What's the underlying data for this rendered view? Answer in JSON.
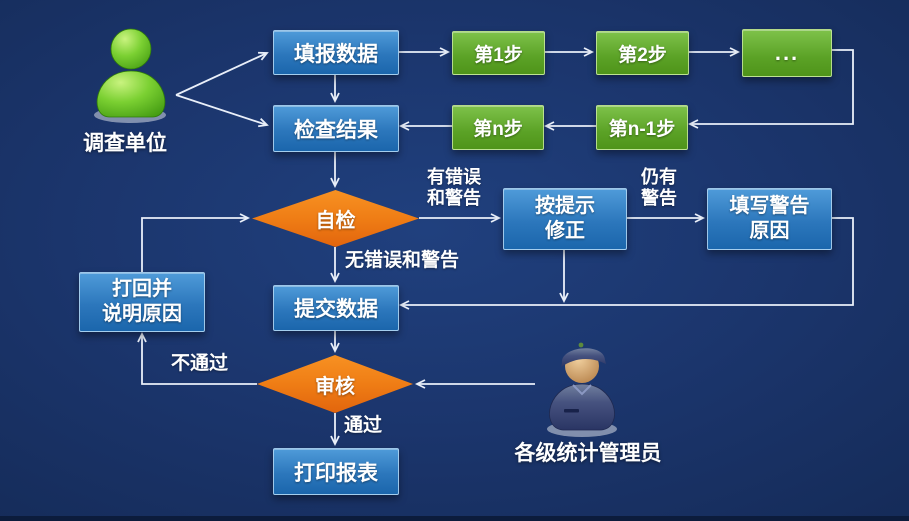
{
  "palette": {
    "background_center": "#20407e",
    "background_edge": "#142a56",
    "process_blue_top": "#4f9bd9",
    "process_blue_bottom": "#1b66ac",
    "step_green_top": "#7ec24a",
    "step_green_bottom": "#4f941a",
    "decision_orange_top": "#f79122",
    "decision_orange_bottom": "#e2650d",
    "connector_line": "#e9eff9",
    "text": "#ffffff"
  },
  "actors": {
    "survey_unit": {
      "label": "调查单位",
      "icon": "green-person-icon"
    },
    "statistics_admin": {
      "label": "各级统计管理员",
      "icon": "admin-person-icon"
    }
  },
  "process_nodes": {
    "fill_data": "填报数据",
    "check_result": "检查结果",
    "submit_data": "提交数据",
    "return_reason": [
      "打回并",
      "说明原因"
    ],
    "fix_by_prompt": [
      "按提示",
      "修正"
    ],
    "warning_reason": [
      "填写警告",
      "原因"
    ],
    "print_report": "打印报表"
  },
  "step_nodes": {
    "step_1": "第1步",
    "step_2": "第2步",
    "step_more": "...",
    "step_n": "第n步",
    "step_n_minus_1": "第n-1步"
  },
  "decision_nodes": {
    "self_check": "自检",
    "review": "审核"
  },
  "edge_labels": {
    "has_errors_warnings": [
      "有错误",
      "和警告"
    ],
    "still_warnings": [
      "仍有",
      "警告"
    ],
    "no_errors_warnings": "无错误和警告",
    "review_fail": "不通过",
    "review_pass": "通过"
  }
}
